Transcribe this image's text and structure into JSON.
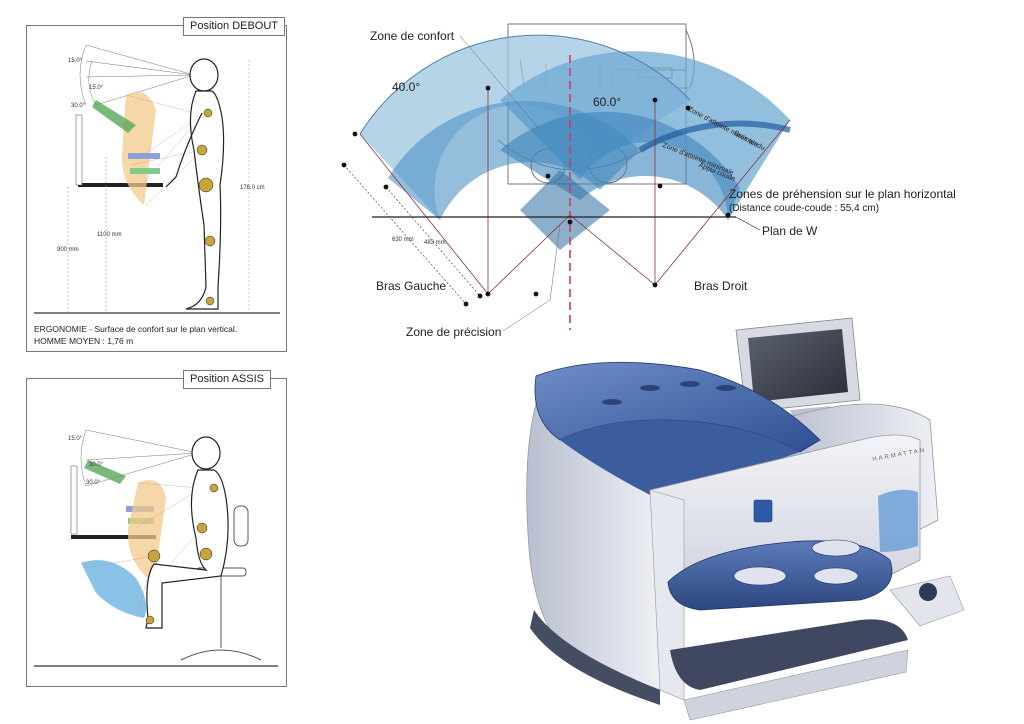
{
  "standing": {
    "title": "Position DEBOUT",
    "angle_top": "15.0°",
    "angle_mid": "15.0°",
    "angle_low": "30.0°",
    "height_person": "176.0 cm",
    "height_elbow": "1100 mm",
    "height_table": "900 mm",
    "caption_line1": "ERGONOMIE  -   Surface de confort sur le plan vertical.",
    "caption_line2": "HOMME MOYEN : 1,76 m"
  },
  "seated": {
    "title": "Position ASSIS",
    "angle_top": "15.0°",
    "angle_mid": "30.0°",
    "angle_low": "30.0°"
  },
  "top_view": {
    "zone_confort": "Zone de confort",
    "angle_left": "40.0°",
    "angle_right": "60.0°",
    "zone_max_line1": "Zone d'atteinte maximale",
    "zone_max_line2": "Bras tendu",
    "zone_min_line1": "Zone d'atteinte minimale",
    "zone_min_line2": "Appui coude",
    "zones_prehension": "Zones de préhension sur le plan horizontal",
    "distance": "(Distance coude-coude : 55,4 cm)",
    "plan_w": "Plan de W",
    "dim_630": "630 mm",
    "dim_483": "483 mm",
    "bras_gauche": "Bras Gauche",
    "bras_droit": "Bras Droit",
    "zone_precision": "Zone de précision"
  },
  "machine": {
    "brand": "HARMATTAN"
  },
  "colors": {
    "zone_blue_light": "#9cc6e0",
    "zone_blue_dark": "#4f93c6",
    "body_silver": "#dfe2ea",
    "body_blue": "#4d6fae",
    "accent_red": "#d23a5a"
  }
}
